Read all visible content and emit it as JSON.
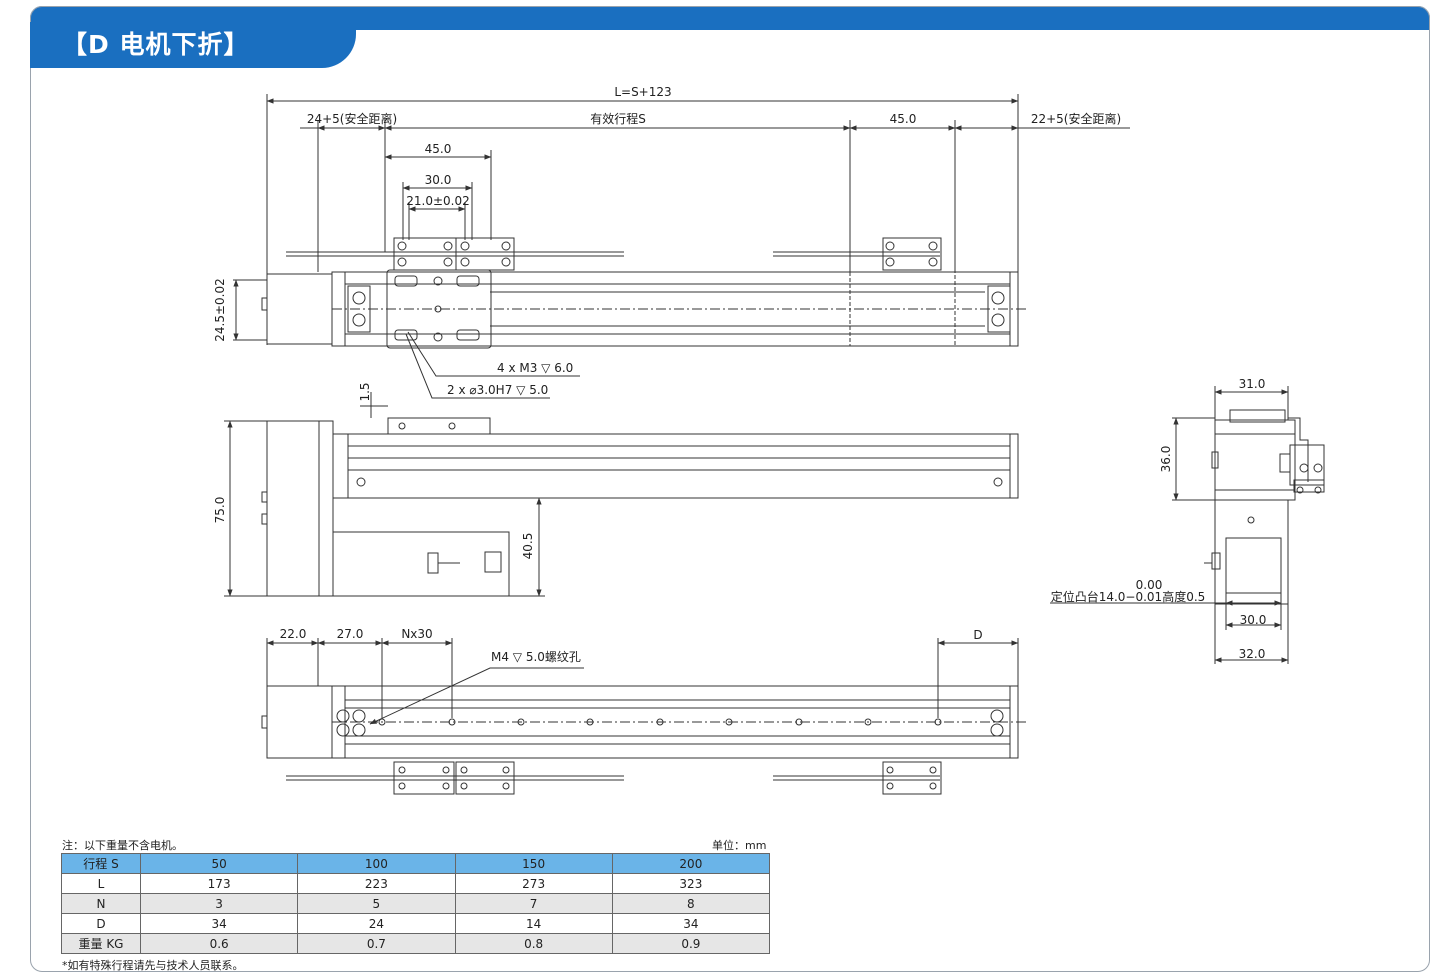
{
  "title": "【D 电机下折】",
  "colors": {
    "brand_blue": "#1a6fc0",
    "table_header": "#6ab4e8",
    "line": "#333333"
  },
  "dimensions": {
    "total_length": "L=S+123",
    "safety_left": "24+5(安全距离)",
    "stroke": "有效行程S",
    "top_45_right": "45.0",
    "safety_right": "22+5(安全距离)",
    "slider_45": "45.0",
    "slider_30": "30.0",
    "slider_21": "21.0±0.02",
    "height_24_5": "24.5±0.02",
    "tap_m3": "4 x  M3 ▽ 6.0",
    "pin_hole": "2 x ⌀3.0H7 ▽ 5.0",
    "gap_1_5": "1.5",
    "height_75": "75.0",
    "height_40_5": "40.5",
    "bottom_22": "22.0",
    "bottom_27": "27.0",
    "bottom_nx30": "Nx30",
    "bottom_d": "D",
    "m4_thread": "M4 ▽ 5.0螺纹孔",
    "side_31": "31.0",
    "side_36": "36.0",
    "side_000": "0.00",
    "side_boss": "定位凸台14.0−0.01高度0.5",
    "side_30": "30.0",
    "side_32": "32.0"
  },
  "notes": {
    "weight_note": "注：以下重量不含电机。",
    "unit": "单位：mm",
    "footer": "*如有特殊行程请先与技术人员联系。"
  },
  "table": {
    "rows": [
      {
        "label": "行程 S",
        "values": [
          "50",
          "100",
          "150",
          "200"
        ]
      },
      {
        "label": "L",
        "values": [
          "173",
          "223",
          "273",
          "323"
        ]
      },
      {
        "label": "N",
        "values": [
          "3",
          "5",
          "7",
          "8"
        ]
      },
      {
        "label": "D",
        "values": [
          "34",
          "24",
          "14",
          "34"
        ]
      },
      {
        "label": "重量  KG",
        "values": [
          "0.6",
          "0.7",
          "0.8",
          "0.9"
        ]
      }
    ]
  }
}
